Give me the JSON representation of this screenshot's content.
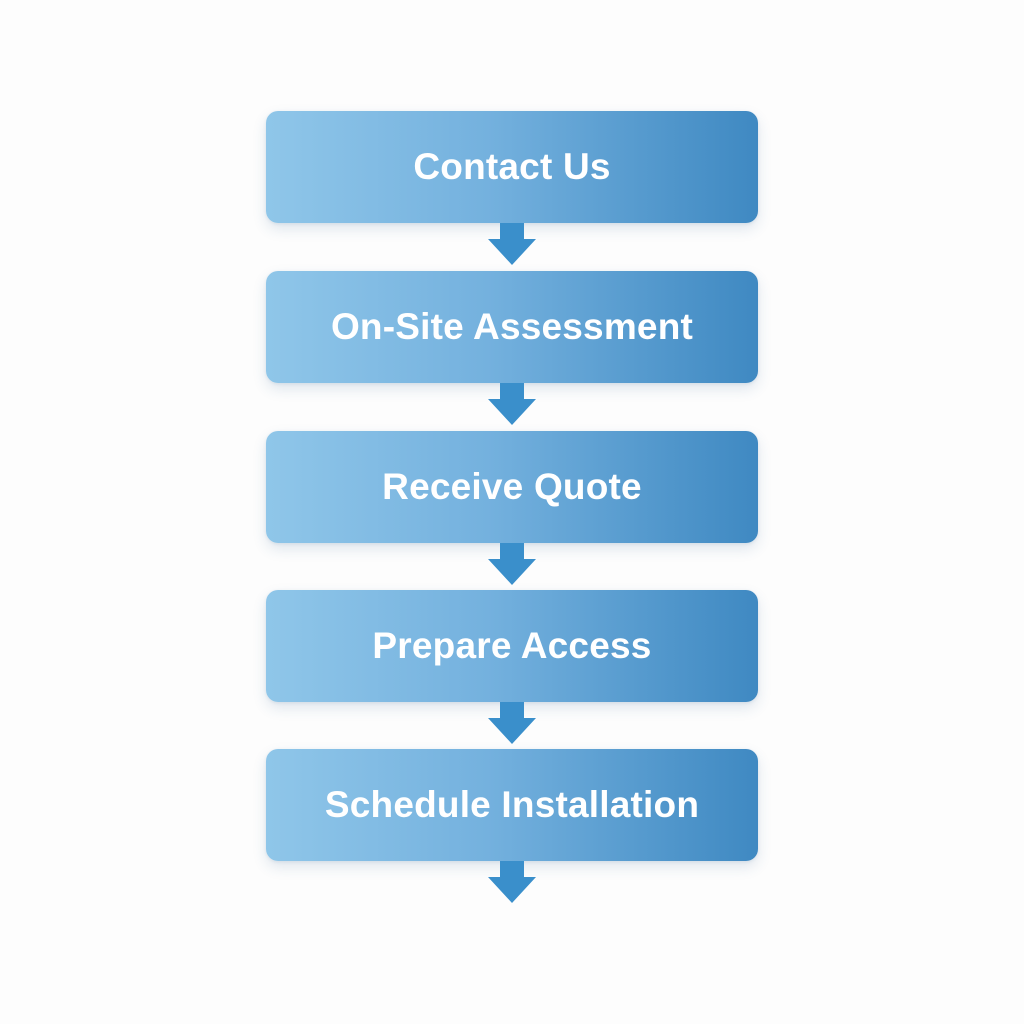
{
  "flow": {
    "steps": [
      {
        "label": "Contact Us"
      },
      {
        "label": "On-Site Assessment"
      },
      {
        "label": "Receive Quote"
      },
      {
        "label": "Prepare Access"
      },
      {
        "label": "Schedule Installation"
      }
    ]
  },
  "colors": {
    "box_gradient_start": "#8fc6e9",
    "box_gradient_end": "#3f89c2",
    "arrow": "#3a8fcb",
    "text": "#ffffff"
  }
}
